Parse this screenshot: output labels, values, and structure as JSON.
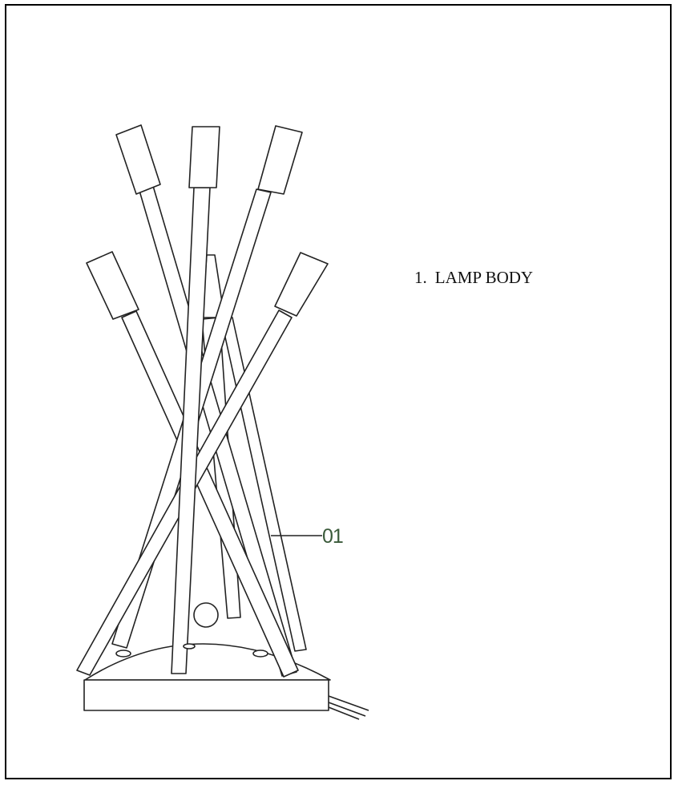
{
  "legend": {
    "items": [
      {
        "number": "1.",
        "label": "LAMP BODY"
      }
    ]
  },
  "callouts": [
    {
      "ref": "01"
    }
  ],
  "colors": {
    "line": "#222222",
    "frame": "#000000",
    "callout_text": "#3a5a3a"
  }
}
